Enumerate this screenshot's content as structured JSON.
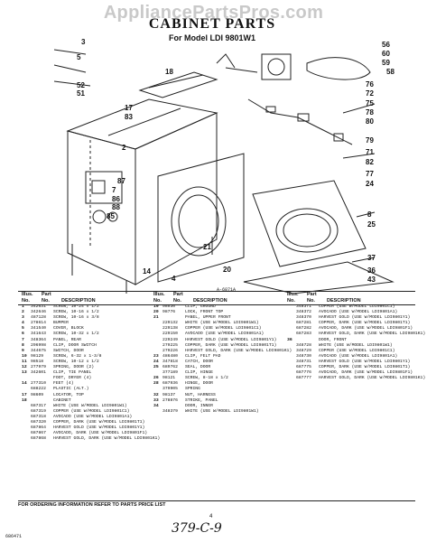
{
  "header": {
    "watermark": "AppliancePartsPros.com",
    "title": "CABINET PARTS",
    "subtitle": "For Model LDI 9801W1"
  },
  "diagram": {
    "figure_code": "A-6871A",
    "callouts": [
      "3",
      "5",
      "52",
      "51",
      "18",
      "17",
      "83",
      "2",
      "87",
      "7",
      "86",
      "88",
      "85",
      "14",
      "21",
      "4",
      "20",
      "56",
      "60",
      "59",
      "58",
      "76",
      "72",
      "75",
      "78",
      "80",
      "79",
      "71",
      "82",
      "77",
      "24",
      "8",
      "25",
      "37",
      "36",
      "43"
    ]
  },
  "table": {
    "headers": {
      "illus": "Illus.",
      "no": "No.",
      "part": "Part",
      "part_no": "No.",
      "description": "DESCRIPTION"
    },
    "col1": [
      {
        "ref": "1",
        "pn": "342631",
        "desc": "SCREW, 10-24 x 1/2"
      },
      {
        "ref": "2",
        "pn": "342646",
        "desc": "SCREW, 10-16 x 1/2"
      },
      {
        "ref": "3",
        "pn": "487128",
        "desc": "SCREW, 10-16 x 3/8"
      },
      {
        "ref": "4",
        "pn": "278614",
        "desc": "BUMPER"
      },
      {
        "ref": "5",
        "pn": "341540",
        "desc": "COVER, BLOCK"
      },
      {
        "ref": "6",
        "pn": "341643",
        "desc": "SCREW, 10-32 x 1/2"
      },
      {
        "ref": "7",
        "pn": "348364",
        "desc": "PANEL, REAR"
      },
      {
        "ref": "8",
        "pn": "296998",
        "desc": "CLIP, DOOR SWITCH"
      },
      {
        "ref": "9",
        "pn": "344675",
        "desc": "SWITCH, DOOR"
      },
      {
        "ref": "10",
        "pn": "98129",
        "desc": "SCREW, 6-32 x 1-3/8"
      },
      {
        "ref": "11",
        "pn": "98518",
        "desc": "SCREW, 10-12 x 1/2"
      },
      {
        "ref": "12",
        "pn": "277979",
        "desc": "SPRING, DOOR (2)"
      },
      {
        "ref": "13",
        "pn": "342601",
        "desc": "CLIP, TIE PANEL"
      },
      {
        "ref": "",
        "pn": "",
        "desc": "FOOT, DRYER (4)"
      },
      {
        "ref": "14",
        "pn": "277310",
        "desc": "FEET (4)"
      },
      {
        "ref": "",
        "pn": "688222",
        "desc": "PLASTIC (ALT.)"
      },
      {
        "ref": "17",
        "pn": "98609",
        "desc": "LOCATOR, TOP"
      },
      {
        "ref": "18",
        "pn": "",
        "desc": "CABINET"
      },
      {
        "ref": "",
        "pn": "687317",
        "desc": "WHITE (USE W/MODEL LDI9801W1)"
      },
      {
        "ref": "",
        "pn": "687319",
        "desc": "COPPER (USE W/MODEL LDI9801C1)"
      },
      {
        "ref": "",
        "pn": "687318",
        "desc": "AVOCADO (USE W/MODEL LDI9801A1)"
      },
      {
        "ref": "",
        "pn": "687320",
        "desc": "COPPER, DARK (USE W/MODEL LDI9801T1)"
      },
      {
        "ref": "",
        "pn": "687864",
        "desc": "HARVEST GOLD (USE W/MODEL LDI9801Y1)"
      },
      {
        "ref": "",
        "pn": "687867",
        "desc": "AVOCADO, DARK (USE W/MODEL LDI9801F1)"
      },
      {
        "ref": "",
        "pn": "687868",
        "desc": "HARVEST GOLD, DARK (USE W/MODEL LDI9801K1)"
      }
    ],
    "col2": [
      {
        "ref": "19",
        "pn": "98030",
        "desc": "CLIP, GROUND"
      },
      {
        "ref": "20",
        "pn": "98776",
        "desc": "LOCK, FRONT TOP"
      },
      {
        "ref": "21",
        "pn": "",
        "desc": "PANEL, UPPER FRONT"
      },
      {
        "ref": "",
        "pn": "229132",
        "desc": "WHITE (USE W/MODEL LDI9801W1)"
      },
      {
        "ref": "",
        "pn": "229138",
        "desc": "COPPER (USE W/MODEL LDI9801C1)"
      },
      {
        "ref": "",
        "pn": "229150",
        "desc": "AVOCADO (USE W/MODEL LDI9801A1)"
      },
      {
        "ref": "",
        "pn": "229249",
        "desc": "HARVEST GOLD (USE W/MODEL LDI9801Y1)"
      },
      {
        "ref": "",
        "pn": "279225",
        "desc": "COPPER, DARK (USE W/MODEL LDI9801T1)"
      },
      {
        "ref": "",
        "pn": "279226",
        "desc": "HARVEST GOLD, DARK (USE W/MODEL LDI9801K1)"
      },
      {
        "ref": "23",
        "pn": "486480",
        "desc": "CLIP, FELT PAD"
      },
      {
        "ref": "24",
        "pn": "347818",
        "desc": "CATCH, DOOR"
      },
      {
        "ref": "25",
        "pn": "689762",
        "desc": "SEAL, DOOR"
      },
      {
        "ref": "",
        "pn": "377189",
        "desc": "CLIP, HINGE"
      },
      {
        "ref": "26",
        "pn": "98121",
        "desc": "SCREW, 8-18 x 1/2"
      },
      {
        "ref": "28",
        "pn": "687936",
        "desc": "HINGE, DOOR"
      },
      {
        "ref": "",
        "pn": "379905",
        "desc": "SPRING"
      },
      {
        "ref": "32",
        "pn": "98137",
        "desc": "NUT, HARNESS"
      },
      {
        "ref": "33",
        "pn": "278876",
        "desc": "STRIKE, PANEL"
      },
      {
        "ref": "34",
        "pn": "",
        "desc": "DOOR, INNER"
      },
      {
        "ref": "",
        "pn": "348379",
        "desc": "WHITE (USE W/MODEL LDI9801W1)"
      }
    ],
    "col3": [
      {
        "ref": "",
        "pn": "348371",
        "desc": "COPPER (USE W/MODEL LDI9801C1)"
      },
      {
        "ref": "",
        "pn": "348372",
        "desc": "AVOCADO (USE W/MODEL LDI9801A1)"
      },
      {
        "ref": "",
        "pn": "348370",
        "desc": "HARVEST GOLD (USE W/MODEL LDI9801Y1)"
      },
      {
        "ref": "",
        "pn": "687281",
        "desc": "COPPER, DARK (USE W/MODEL LDI9801T1)"
      },
      {
        "ref": "",
        "pn": "687282",
        "desc": "AVOCADO, DARK (USE W/MODEL LDI9801F1)"
      },
      {
        "ref": "",
        "pn": "687283",
        "desc": "HARVEST GOLD, DARK (USE W/MODEL LDI9801K1)"
      },
      {
        "ref": "36",
        "pn": "",
        "desc": "DOOR, FRONT"
      },
      {
        "ref": "",
        "pn": "348728",
        "desc": "WHITE (USE W/MODEL LDI9801W1)"
      },
      {
        "ref": "",
        "pn": "348729",
        "desc": "COPPER (USE W/MODEL LDI9801C1)"
      },
      {
        "ref": "",
        "pn": "348730",
        "desc": "AVOCADO (USE W/MODEL LDI9801A1)"
      },
      {
        "ref": "",
        "pn": "348731",
        "desc": "HARVEST GOLD (USE W/MODEL LDI9801Y1)"
      },
      {
        "ref": "",
        "pn": "687775",
        "desc": "COPPER, DARK (USE W/MODEL LDI9801T1)"
      },
      {
        "ref": "",
        "pn": "687776",
        "desc": "AVOCADO, DARK (USE W/MODEL LDI9801F1)"
      },
      {
        "ref": "",
        "pn": "687777",
        "desc": "HARVEST GOLD, DARK (USE W/MODEL LDI9801K1)"
      }
    ]
  },
  "footer": {
    "order_note": "FOR ORDERING INFORMATION REFER TO PARTS PRICE LIST",
    "page_number": "4",
    "handwritten": "379-C-9",
    "doc_number": "686471"
  }
}
